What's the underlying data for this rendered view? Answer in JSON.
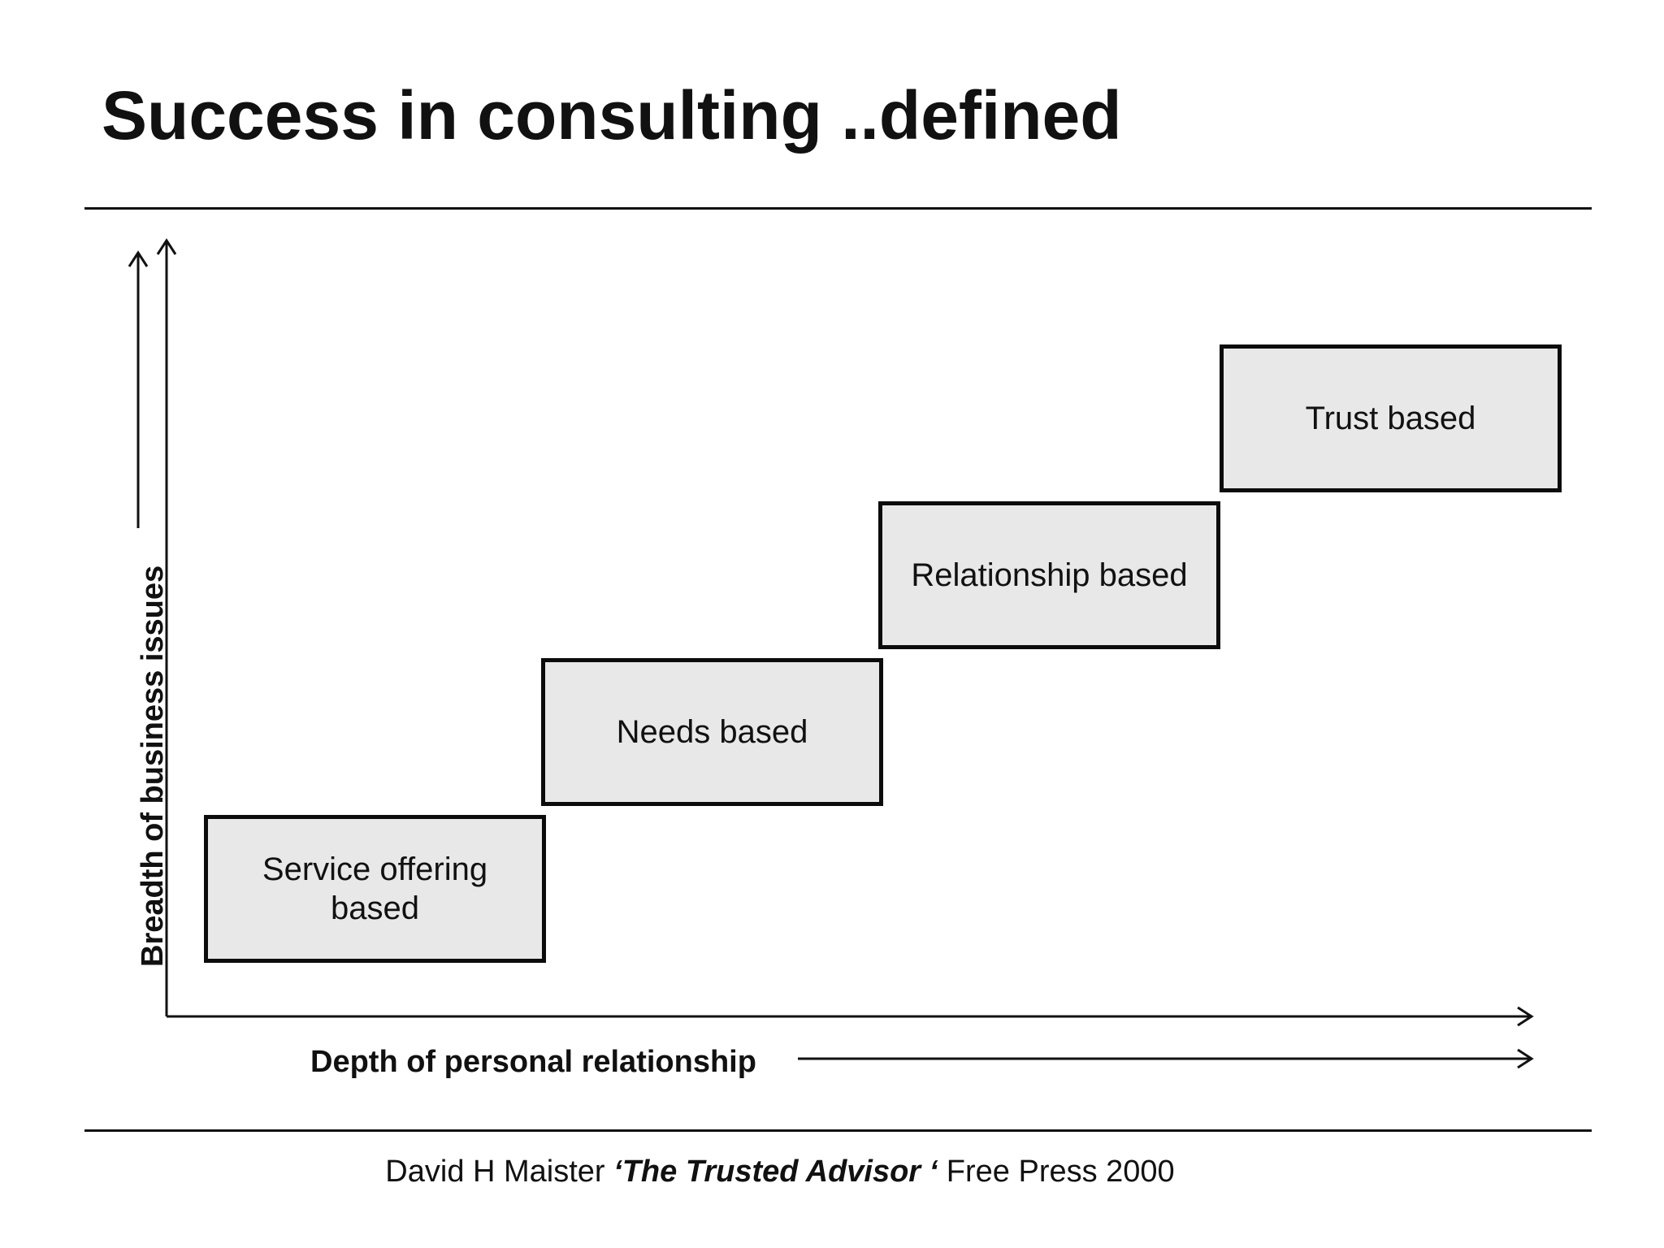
{
  "slide": {
    "title": "Success in consulting ..defined"
  },
  "axes": {
    "y_label": "Breadth of business issues",
    "x_label": "Depth of personal relationship"
  },
  "stages": [
    {
      "line1": "Service offering",
      "line2": "based"
    },
    {
      "line1": "Needs based",
      "line2": ""
    },
    {
      "line1": "Relationship based",
      "line2": ""
    },
    {
      "line1": "Trust based",
      "line2": ""
    }
  ],
  "citation": {
    "author": "David H Maister ",
    "book": "‘The Trusted Advisor ‘",
    "publisher": " Free Press 2000"
  },
  "colors": {
    "box_fill": "#e8e8e8",
    "line": "#111111"
  }
}
